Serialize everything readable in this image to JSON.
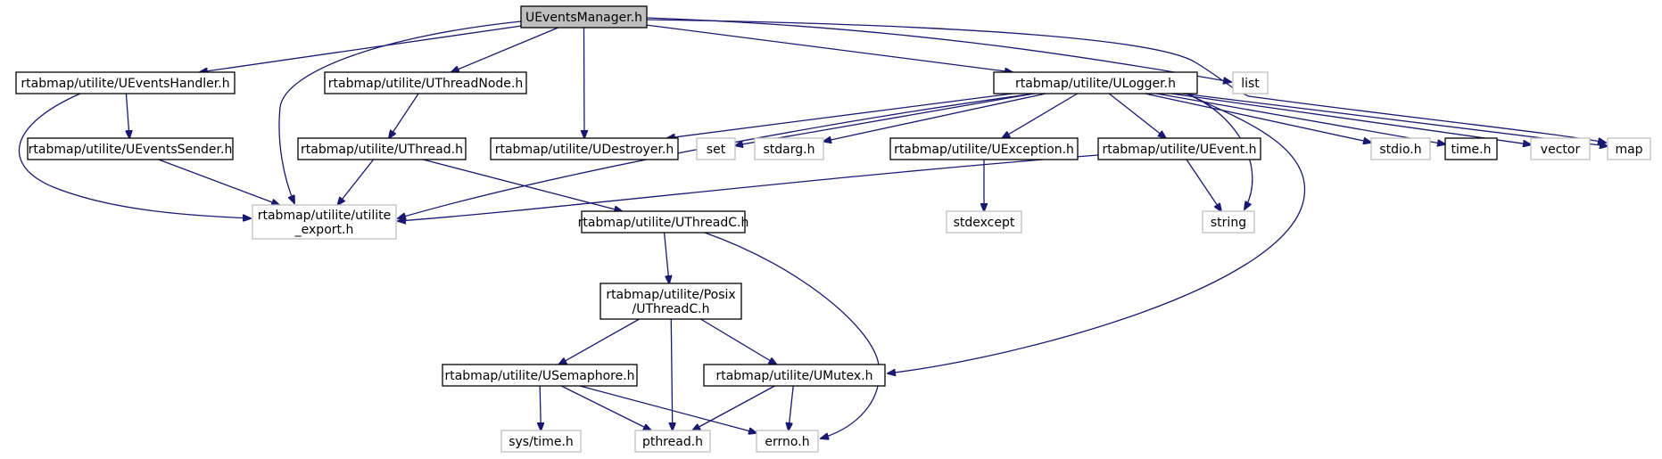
{
  "graph": {
    "nodes": [
      {
        "id": "root",
        "lines": [
          "UEventsManager.h"
        ],
        "kind": "root"
      },
      {
        "id": "handler",
        "lines": [
          "rtabmap/utilite/UEventsHandler.h"
        ],
        "kind": "doc"
      },
      {
        "id": "threadnode",
        "lines": [
          "rtabmap/utilite/UThreadNode.h"
        ],
        "kind": "doc"
      },
      {
        "id": "ulogger",
        "lines": [
          "rtabmap/utilite/ULogger.h"
        ],
        "kind": "doc"
      },
      {
        "id": "list",
        "lines": [
          "list"
        ],
        "kind": "ext"
      },
      {
        "id": "sender",
        "lines": [
          "rtabmap/utilite/UEventsSender.h"
        ],
        "kind": "doc"
      },
      {
        "id": "uthread",
        "lines": [
          "rtabmap/utilite/UThread.h"
        ],
        "kind": "doc"
      },
      {
        "id": "udestroyer",
        "lines": [
          "rtabmap/utilite/UDestroyer.h"
        ],
        "kind": "doc"
      },
      {
        "id": "set",
        "lines": [
          "set"
        ],
        "kind": "ext"
      },
      {
        "id": "stdarg",
        "lines": [
          "stdarg.h"
        ],
        "kind": "ext"
      },
      {
        "id": "uexception",
        "lines": [
          "rtabmap/utilite/UException.h"
        ],
        "kind": "doc"
      },
      {
        "id": "uevent",
        "lines": [
          "rtabmap/utilite/UEvent.h"
        ],
        "kind": "doc"
      },
      {
        "id": "stdio",
        "lines": [
          "stdio.h"
        ],
        "kind": "ext"
      },
      {
        "id": "timeh",
        "lines": [
          "time.h"
        ],
        "kind": "doc"
      },
      {
        "id": "vector",
        "lines": [
          "vector"
        ],
        "kind": "ext"
      },
      {
        "id": "map",
        "lines": [
          "map"
        ],
        "kind": "ext"
      },
      {
        "id": "export",
        "lines": [
          "rtabmap/utilite/utilite",
          "_export.h"
        ],
        "kind": "ext"
      },
      {
        "id": "uthreadc",
        "lines": [
          "rtabmap/utilite/UThreadC.h"
        ],
        "kind": "doc"
      },
      {
        "id": "stdexcept",
        "lines": [
          "stdexcept"
        ],
        "kind": "ext"
      },
      {
        "id": "string",
        "lines": [
          "string"
        ],
        "kind": "ext"
      },
      {
        "id": "posix",
        "lines": [
          "rtabmap/utilite/Posix",
          "/UThreadC.h"
        ],
        "kind": "doc"
      },
      {
        "id": "semaphore",
        "lines": [
          "rtabmap/utilite/USemaphore.h"
        ],
        "kind": "doc"
      },
      {
        "id": "mutex",
        "lines": [
          "rtabmap/utilite/UMutex.h"
        ],
        "kind": "doc"
      },
      {
        "id": "systime",
        "lines": [
          "sys/time.h"
        ],
        "kind": "ext"
      },
      {
        "id": "pthread",
        "lines": [
          "pthread.h"
        ],
        "kind": "ext"
      },
      {
        "id": "errno",
        "lines": [
          "errno.h"
        ],
        "kind": "ext"
      }
    ],
    "edges": [
      {
        "from": "root",
        "to": "handler"
      },
      {
        "from": "root",
        "to": "export"
      },
      {
        "from": "root",
        "to": "threadnode"
      },
      {
        "from": "root",
        "to": "udestroyer"
      },
      {
        "from": "root",
        "to": "ulogger"
      },
      {
        "from": "root",
        "to": "list"
      },
      {
        "from": "root",
        "to": "map"
      },
      {
        "from": "handler",
        "to": "sender"
      },
      {
        "from": "handler",
        "to": "export"
      },
      {
        "from": "sender",
        "to": "export"
      },
      {
        "from": "threadnode",
        "to": "uthread"
      },
      {
        "from": "uthread",
        "to": "export"
      },
      {
        "from": "uthread",
        "to": "uthreadc"
      },
      {
        "from": "ulogger",
        "to": "export"
      },
      {
        "from": "ulogger",
        "to": "udestroyer"
      },
      {
        "from": "ulogger",
        "to": "set"
      },
      {
        "from": "ulogger",
        "to": "stdarg"
      },
      {
        "from": "ulogger",
        "to": "uexception"
      },
      {
        "from": "ulogger",
        "to": "uevent"
      },
      {
        "from": "ulogger",
        "to": "string"
      },
      {
        "from": "ulogger",
        "to": "mutex"
      },
      {
        "from": "ulogger",
        "to": "stdio"
      },
      {
        "from": "ulogger",
        "to": "timeh"
      },
      {
        "from": "ulogger",
        "to": "vector"
      },
      {
        "from": "ulogger",
        "to": "map"
      },
      {
        "from": "uexception",
        "to": "stdexcept"
      },
      {
        "from": "uevent",
        "to": "export"
      },
      {
        "from": "uevent",
        "to": "string"
      },
      {
        "from": "uthreadc",
        "to": "posix"
      },
      {
        "from": "uthreadc",
        "to": "errno"
      },
      {
        "from": "posix",
        "to": "semaphore"
      },
      {
        "from": "posix",
        "to": "pthread"
      },
      {
        "from": "posix",
        "to": "mutex"
      },
      {
        "from": "semaphore",
        "to": "systime"
      },
      {
        "from": "semaphore",
        "to": "pthread"
      },
      {
        "from": "semaphore",
        "to": "errno"
      },
      {
        "from": "mutex",
        "to": "pthread"
      },
      {
        "from": "mutex",
        "to": "errno"
      }
    ]
  },
  "colors": {
    "edge": "#191970",
    "root_fill": "#bfbfbf",
    "doc_stroke": "#000000",
    "ext_stroke": "#bfbfbf",
    "text": "#000000"
  }
}
